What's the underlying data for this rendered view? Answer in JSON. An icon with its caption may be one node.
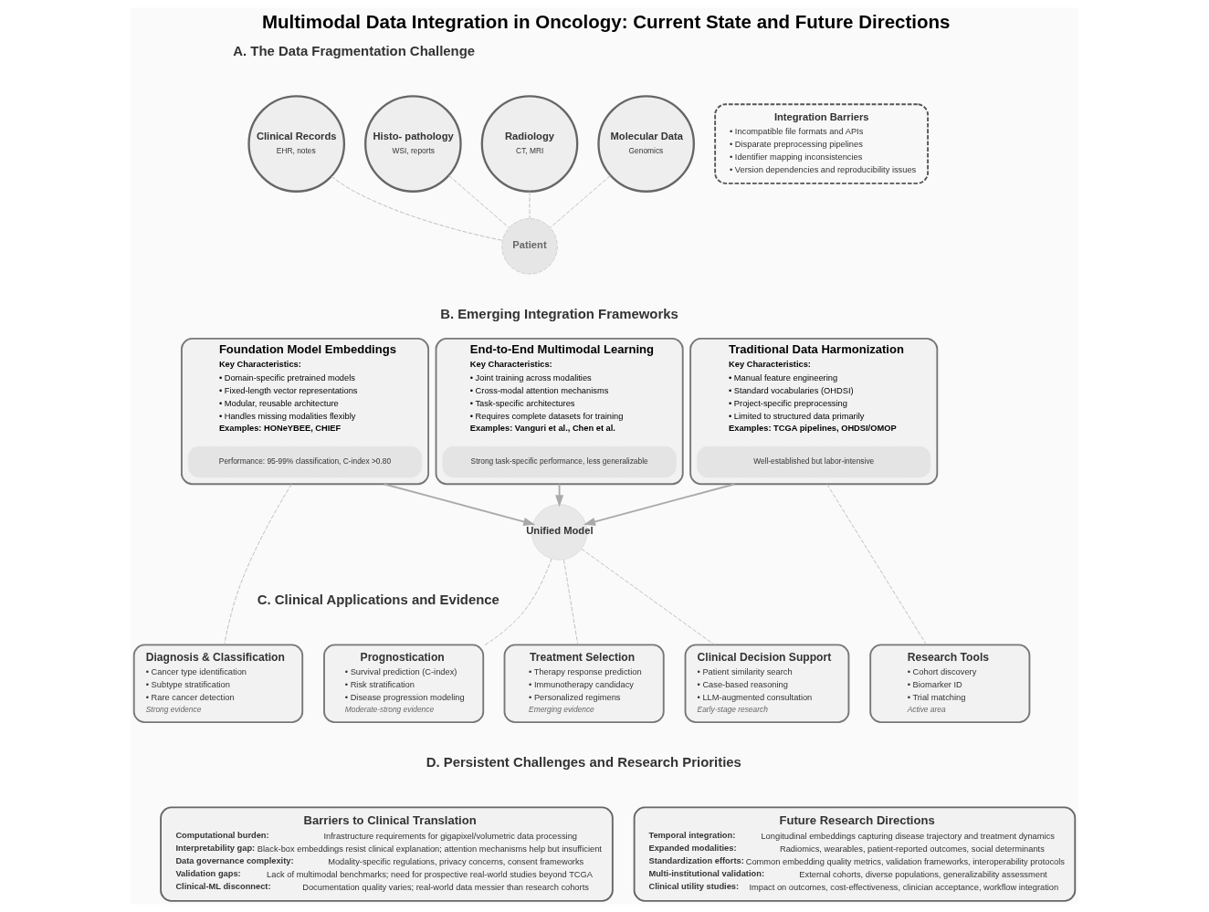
{
  "diagram": {
    "title": "Multimodal Data Integration in Oncology: Current State and Future Directions",
    "nodes": [
      {
        "text": [
          "Clinical Records",
          "EHR, notes"
        ]
      },
      {
        "text": [
          "Histo- pathology",
          "WSI, reports"
        ]
      },
      {
        "text": [
          "Patient"
        ]
      },
      {
        "text": [
          "Radiology",
          "CT, MRI"
        ]
      },
      {
        "text": [
          "Molecular Data",
          "Genomics"
        ]
      },
      {
        "text": [
          "Integration Barriers",
          "• Incompatible file formats and APIs",
          "• Disparate preprocessing pipelines",
          "• Identifier mapping inconsistencies",
          "• Version dependencies and reproducibility issues"
        ]
      },
      {
        "text": [
          "Foundation Model Embeddings",
          "Key Characteristics:",
          "• Domain-specific pretrained models",
          "• Fixed-length vector representations",
          "• Modular, reusable architecture",
          "• Handles missing modalities flexibly",
          "Examples: HONeYBEE, CHIEF"
        ]
      },
      {
        "text": [
          "Performance: 95-99% classification, C-index >0.80"
        ],
        "in": 6
      },
      {
        "text": [
          "End-to-End Multimodal Learning",
          "Key Characteristics:",
          "• Joint training across modalities",
          "• Cross-modal attention mechanisms",
          "• Task-specific architectures",
          "• Requires complete datasets for training",
          "Examples: Vanguri et al., Chen et al."
        ]
      },
      {
        "text": [
          "Strong task-specific performance, less generalizable"
        ],
        "in": 8
      },
      {
        "text": [
          "Traditional Data Harmonization",
          "Key Characteristics:",
          "• Manual feature engineering",
          "• Standard vocabularies (OHDSI)",
          "• Project-specific preprocessing",
          "• Limited to structured data primarily",
          "Examples: TCGA pipelines, OHDSI/OMOP"
        ]
      },
      {
        "text": [
          "Well-established but labor-intensive"
        ],
        "in": 10
      },
      {
        "text": [
          "Unified Model"
        ]
      },
      {
        "text": [
          "Diagnosis & Classification",
          "• Cancer type identification",
          "• Subtype stratification",
          "• Rare cancer detection",
          "Strong evidence"
        ]
      },
      {
        "text": [
          "Prognostication",
          "• Survival prediction (C-index)",
          "• Risk stratification",
          "• Disease progression modeling",
          "Moderate-strong evidence"
        ]
      },
      {
        "text": [
          "Treatment Selection",
          "• Therapy response prediction",
          "• Immunotherapy candidacy",
          "• Personalized regimens",
          "Emerging evidence"
        ]
      },
      {
        "text": [
          "Clinical Decision Support",
          "• Patient similarity search",
          "• Case-based reasoning",
          "• LLM-augmented consultation",
          "Early-stage research"
        ]
      },
      {
        "text": [
          "Research Tools",
          "• Cohort discovery",
          "• Biomarker ID",
          "• Trial matching",
          "Active area"
        ]
      },
      {
        "text": [
          "Barriers to Clinical Translation",
          "**Computational burden:** Infrastructure requirements for gigapixel/volumetric data processing",
          "**Interpretability gap:** Black-box embeddings resist clinical explanation; attention mechanisms help but insufficient",
          "**Data governance complexity:** Modality-specific regulations, privacy concerns, consent frameworks",
          "**Validation gaps:** Lack of multimodal benchmarks; need for prospective real-world studies beyond TCGA",
          "**Clinical-ML disconnect:** Documentation quality varies; real-world data messier than research cohorts"
        ]
      },
      {
        "text": [
          "Future Research Directions",
          "**Temporal integration:** Longitudinal embeddings capturing disease trajectory and treatment dynamics",
          "**Expanded modalities:** Radiomics, wearables, patient-reported outcomes, social determinants",
          "**Standardization efforts:** Common embedding quality metrics, validation frameworks, interoperability protocols",
          "**Multi-institutional validation:** External cohorts, diverse populations, generalizability assessment",
          "**Clinical utility studies:** Impact on outcomes, cost-effectiveness, clinician acceptance, workflow integration"
        ]
      }
    ],
    "edges": [
      {
        "from": 0,
        "to": 2,
        "arrow": "none",
        "style": "dashed"
      },
      {
        "from": 1,
        "to": 2,
        "arrow": "none",
        "style": "dashed"
      },
      {
        "from": 3,
        "to": 2,
        "arrow": "none",
        "style": "dashed"
      },
      {
        "from": 4,
        "to": 2,
        "arrow": "none",
        "style": "dashed"
      },
      {
        "from": 6,
        "to": 12,
        "arrow": "to"
      },
      {
        "from": 8,
        "to": 12,
        "arrow": "to"
      },
      {
        "from": 10,
        "to": 12,
        "arrow": "to"
      },
      {
        "from": 6,
        "to": 13,
        "arrow": "none",
        "style": "dashed"
      },
      {
        "from": 12,
        "to": 14,
        "arrow": "none",
        "style": "dashed"
      },
      {
        "from": 12,
        "to": 15,
        "arrow": "none",
        "style": "dashed"
      },
      {
        "from": 12,
        "to": 16,
        "arrow": "none",
        "style": "dashed"
      },
      {
        "from": 10,
        "to": 17,
        "arrow": "none",
        "style": "dashed"
      }
    ],
    "labels": [
      "A. The Data Fragmentation Challenge",
      "B. Emerging Integration Frameworks",
      "C. Clinical Applications and Evidence",
      "D. Persistent Challenges and Research Priorities"
    ]
  }
}
